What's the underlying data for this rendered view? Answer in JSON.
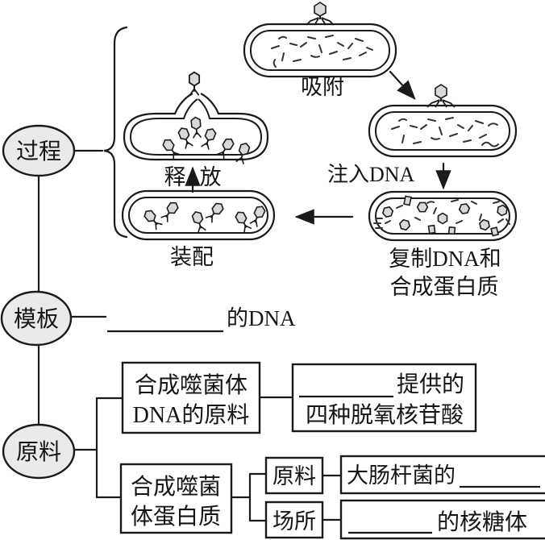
{
  "colors": {
    "ink": "#1a1a1a",
    "oval_fill": "#eaeaea",
    "phage_head_fill": "#d9d9d9",
    "background": "#ffffff"
  },
  "nodes": {
    "process": "过程",
    "template": "模板",
    "materials": "原料"
  },
  "process_cycle": {
    "adsorption_label": "吸附",
    "inject_label": "注入DNA",
    "replicate_label_line1": "复制DNA和",
    "replicate_label_line2": "合成蛋白质",
    "assembly_label": "装配",
    "release_label_left": "释",
    "release_label_right": "放"
  },
  "template_row": {
    "blank_suffix": "的DNA"
  },
  "materials_section": {
    "dna_materials_box_line1": "合成噬菌体",
    "dna_materials_box_line2": "DNA的原料",
    "protein_box_line1": "合成噬菌",
    "protein_box_line2": "体蛋白质",
    "provided_box_suffix": "提供的",
    "provided_box_line2": "四种脱氧核苷酸",
    "raw_material_label": "原料",
    "site_label": "场所",
    "ecoli_box_prefix": "大肠杆菌的",
    "ribosome_box_suffix": "的核糖体"
  }
}
